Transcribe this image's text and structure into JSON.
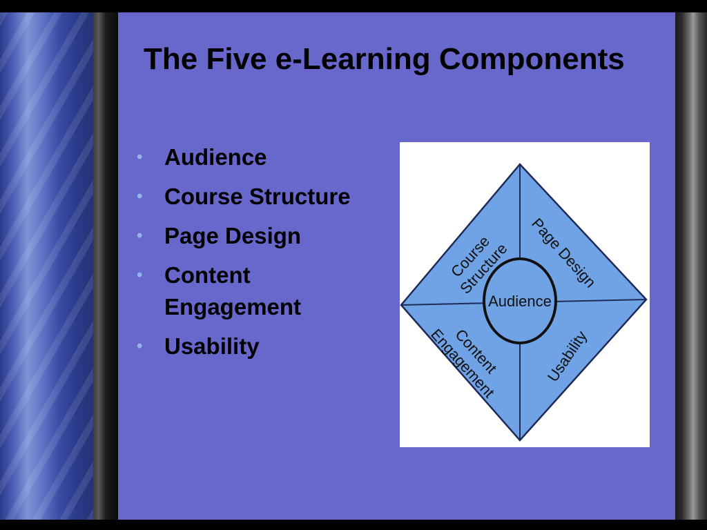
{
  "slide": {
    "title": "The Five e-Learning Components",
    "bullets": [
      {
        "lines": [
          "Audience"
        ]
      },
      {
        "lines": [
          "Course Structure"
        ]
      },
      {
        "lines": [
          "Page Design"
        ]
      },
      {
        "lines": [
          "Content",
          "Engagement"
        ]
      },
      {
        "lines": [
          "Usability"
        ]
      }
    ]
  },
  "diagram": {
    "center": "Audience",
    "course_structure": [
      "Course",
      "Structure"
    ],
    "page_design": "Page Design",
    "content_engagement": [
      "Content",
      "Engagement"
    ],
    "usability": "Usability"
  },
  "colors": {
    "panel": "#6868cc",
    "diamond_fill": "#6fa3e6",
    "bullet_dot": "#8fb8e8"
  }
}
